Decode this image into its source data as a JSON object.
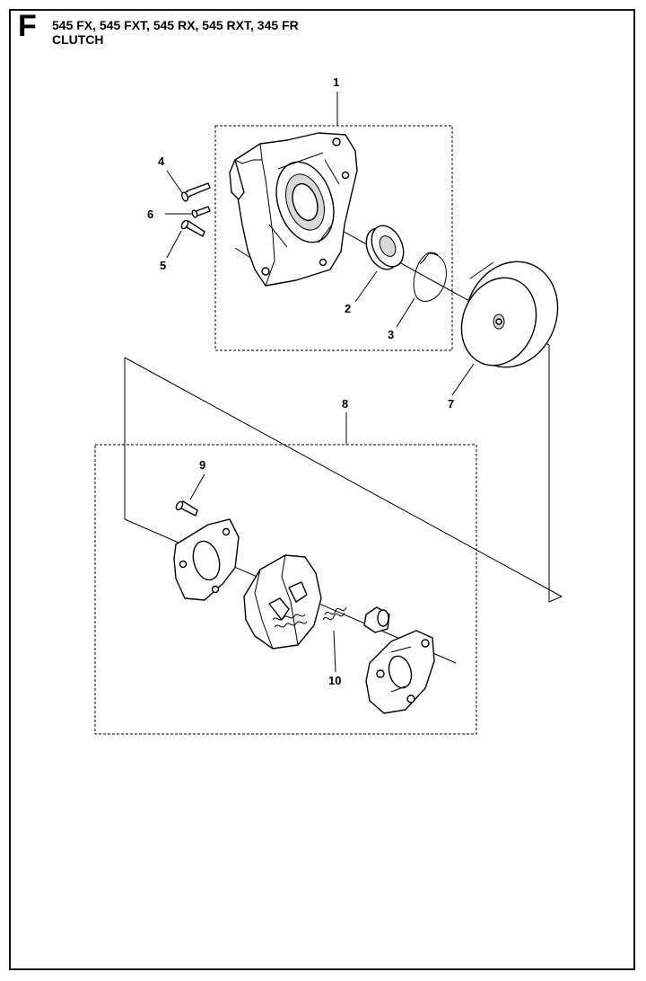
{
  "header": {
    "section_letter": "F",
    "models": "545 FX, 545 FXT, 545 RX, 545 RXT, 345 FR",
    "subtitle": "CLUTCH"
  },
  "callouts": {
    "p1": "1",
    "p2": "2",
    "p3": "3",
    "p4": "4",
    "p5": "5",
    "p6": "6",
    "p7": "7",
    "p8": "8",
    "p9": "9",
    "p10": "10"
  }
}
